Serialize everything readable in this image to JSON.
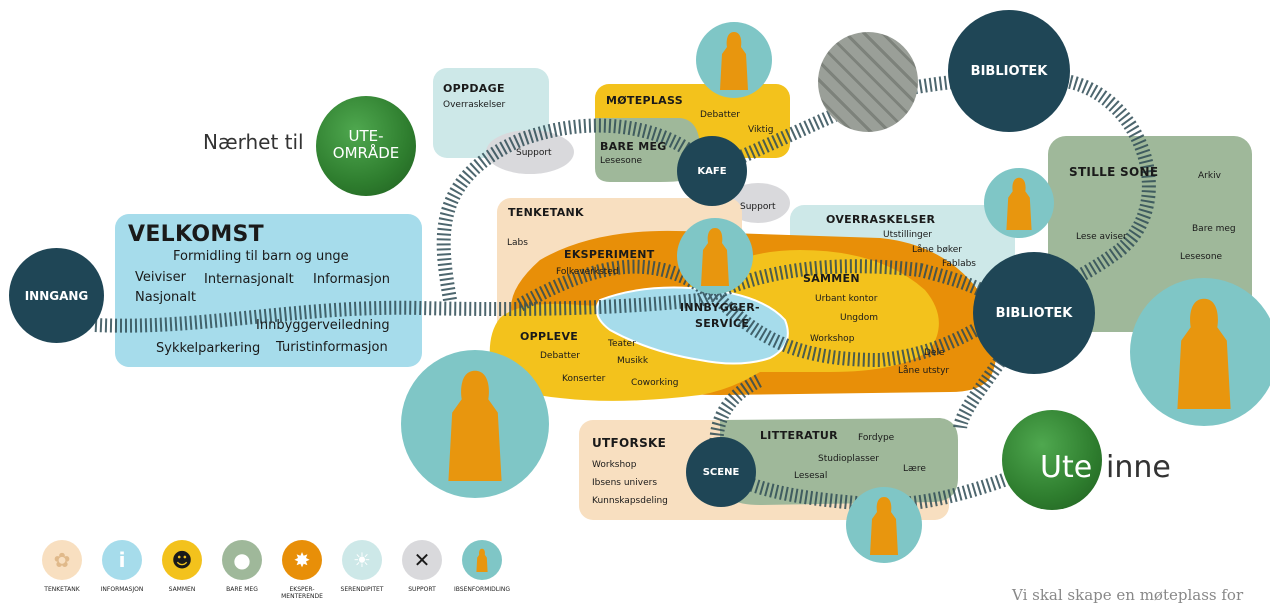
{
  "colors": {
    "dark_circle": "#1f4656",
    "teal": "#7fc6c6",
    "light_blue_zone": "#a6dceb",
    "peach_zone": "#f8dfc0",
    "yellow_zone": "#f3c21c",
    "orange_zone": "#e88f08",
    "sage_zone": "#9fb89a",
    "pale_teal_zone": "#cde8e8",
    "grey_bubble": "#d9d9dc",
    "person_orange": "#e8960e",
    "grass_green": "#2e7d2e",
    "stone_grey": "#8a8f88"
  },
  "circles": {
    "inngang": "INNGANG",
    "kafe": "KAFE",
    "scene": "SCENE",
    "bibliotek_top": "BIBLIOTEK",
    "bibliotek_mid": "BIBLIOTEK"
  },
  "uteomrade": {
    "prefix": "Nærhet til",
    "label_line1": "UTE-",
    "label_line2": "OMRÅDE"
  },
  "ute_inne": {
    "ute": "Ute",
    "inne": "inne"
  },
  "velkomst": {
    "title": "VELKOMST",
    "items": [
      "Formidling til barn og unge",
      "Veiviser",
      "Internasjonalt",
      "Informasjon",
      "Nasjonalt",
      "Innbyggerveiledning",
      "Sykkelparkering",
      "Turistinformasjon"
    ]
  },
  "oppdage": {
    "title": "OPPDAGE",
    "items": [
      "Overraskelser"
    ]
  },
  "support_labels": [
    "Support",
    "Support"
  ],
  "moteplass": {
    "title": "MØTEPLASS",
    "items": [
      "Debatter",
      "Viktig"
    ]
  },
  "bare_meg": {
    "title": "BARE MEG",
    "items": [
      "Lesesone"
    ]
  },
  "tenketank": {
    "title": "TENKETANK",
    "items": [
      "Labs"
    ]
  },
  "eksperiment": {
    "title": "EKSPERIMENT",
    "items": [
      "Folkeverksted"
    ]
  },
  "innbyggerservice": {
    "line1": "INNBYGGER-",
    "line2": "SERVICE"
  },
  "sammen": {
    "title": "SAMMEN",
    "items": [
      "Urbant kontor",
      "Ungdom",
      "Workshop"
    ]
  },
  "oppleve": {
    "title": "OPPLEVE",
    "items": [
      "Teater",
      "Debatter",
      "Musikk",
      "Konserter",
      "Coworking"
    ]
  },
  "dele": {
    "items": [
      "Dele",
      "Låne utstyr"
    ]
  },
  "overraskelser": {
    "title": "OVERRASKELSER",
    "items": [
      "Utstillinger",
      "Låne bøker",
      "Fablabs"
    ]
  },
  "stille_sone": {
    "title": "STILLE SONE",
    "items": [
      "Arkiv",
      "Lese aviser",
      "Bare meg",
      "Lesesone"
    ]
  },
  "utforske": {
    "title": "UTFORSKE",
    "items": [
      "Workshop",
      "Ibsens univers",
      "Kunnskapsdeling"
    ]
  },
  "litteratur": {
    "title": "LITTERATUR",
    "items": [
      "Fordype",
      "Studioplasser",
      "Lesesal",
      "Lære"
    ]
  },
  "legend": [
    {
      "label": "TENKETANK",
      "icon": "brain-icon",
      "color": "#f8dfc0"
    },
    {
      "label": "INFORMASJON",
      "icon": "info-icon",
      "color": "#a6dceb"
    },
    {
      "label": "SAMMEN",
      "icon": "group-icon",
      "color": "#f3c21c"
    },
    {
      "label": "BARE MEG",
      "icon": "person-icon",
      "color": "#9fb89a"
    },
    {
      "label": "EKSPER-\nMENTERENDE",
      "icon": "sparkle-icon",
      "color": "#e88f08"
    },
    {
      "label": "SERENDIPITET",
      "icon": "bulb-icon",
      "color": "#cde8e8"
    },
    {
      "label": "SUPPORT",
      "icon": "tools-icon",
      "color": "#d9d9dc"
    },
    {
      "label": "IBSENFORMIDLING",
      "icon": "ibsen-icon",
      "color": "#7fc6c6"
    }
  ],
  "footer_text": "Vi skal skape en møteplass for"
}
